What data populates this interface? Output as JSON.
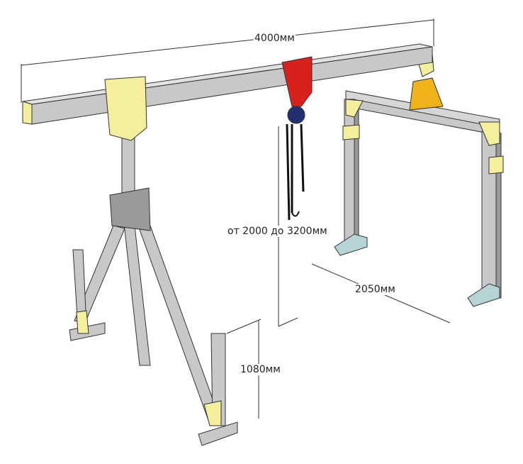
{
  "dimensions": {
    "beam_length": "4000мм",
    "lift_height": "от 2000 до 3200мм",
    "frame_width": "2050мм",
    "leg_height": "1080мм"
  },
  "colors": {
    "steel": "#c8c8c8",
    "steel_dark": "#9a9a9a",
    "plate_yellow": "#f3ef9c",
    "plate_orange": "#f0b21a",
    "hoist_red": "#d8201c",
    "foot_blue": "#b6d3d6",
    "line": "#333333"
  }
}
